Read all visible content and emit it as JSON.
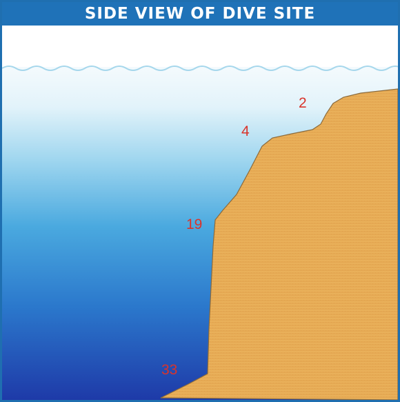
{
  "title": "SIDE VIEW OF DIVE SITE",
  "depth_labels": [
    {
      "id": "depth-2",
      "text": "2"
    },
    {
      "id": "depth-4",
      "text": "4"
    },
    {
      "id": "depth-19",
      "text": "19"
    },
    {
      "id": "depth-33",
      "text": "33"
    }
  ],
  "colors": {
    "title_bar": "#1f72b8",
    "sky": "#ffffff",
    "water_top": "#eaf6fb",
    "water_mid": "#4fb2e2",
    "water_deep": "#1e3fb0",
    "reef": "#e8ad56",
    "reef_edge": "#8a6a3c",
    "label": "#d9342b"
  }
}
